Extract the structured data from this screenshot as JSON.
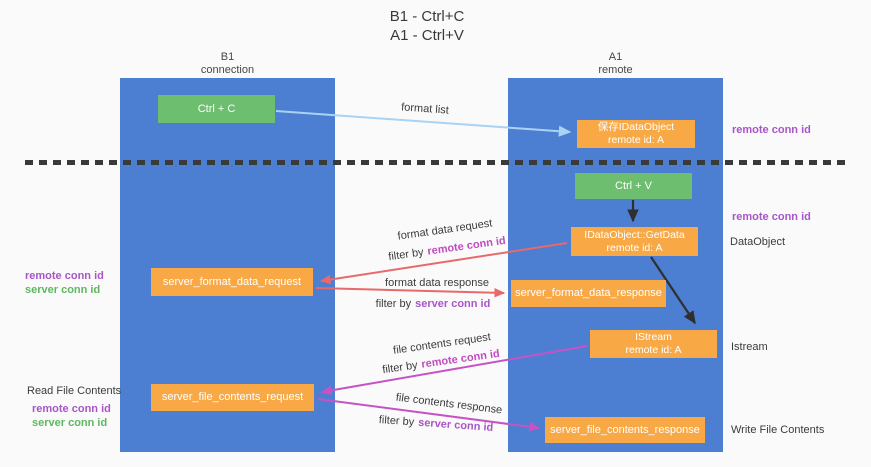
{
  "title": {
    "line1": "B1 - Ctrl+C",
    "line2": "A1 - Ctrl+V"
  },
  "lanes": {
    "left": {
      "name": "B1",
      "role": "connection"
    },
    "right": {
      "name": "A1",
      "role": "remote"
    }
  },
  "nodes": {
    "ctrl_c": {
      "label": "Ctrl + C"
    },
    "save_idataobject": {
      "line1": "保存IDataObject",
      "line2": "remote id: A"
    },
    "ctrl_v": {
      "label": "Ctrl + V"
    },
    "idataobject_getdata": {
      "line1": "IDataObject::GetData",
      "line2": "remote id: A"
    },
    "server_format_data_request": {
      "label": "server_format_data_request"
    },
    "server_format_data_response": {
      "label": "server_format_data_response"
    },
    "istream": {
      "line1": "IStream",
      "line2": "remote id: A"
    },
    "server_file_contents_request": {
      "label": "server_file_contents_request"
    },
    "server_file_contents_response": {
      "label": "server_file_contents_response"
    }
  },
  "labels": {
    "format_list": "format list",
    "format_data_request": "format data request",
    "format_data_response": "format data response",
    "file_contents_request": "file contents request",
    "file_contents_response": "file contents response",
    "filter_by": "filter by",
    "remote_conn_id": "remote conn id",
    "server_conn_id": "server conn id",
    "dataobject": "DataObject",
    "istream": "Istream",
    "read_file_contents": "Read File Contents",
    "write_file_contents": "Write File Contents"
  },
  "colors": {
    "background": "#fafafa",
    "lane_blue": "#4c7ed1",
    "node_green": "#6dbe6e",
    "node_orange": "#f8a946",
    "arrow_blue": "#a9d2f3",
    "arrow_red": "#e8696b",
    "arrow_magenta": "#c653c6",
    "arrow_black": "#2f2f2f",
    "text_purple": "#a855c8",
    "text_magenta": "#c24bc2",
    "text_green": "#5cb860"
  }
}
